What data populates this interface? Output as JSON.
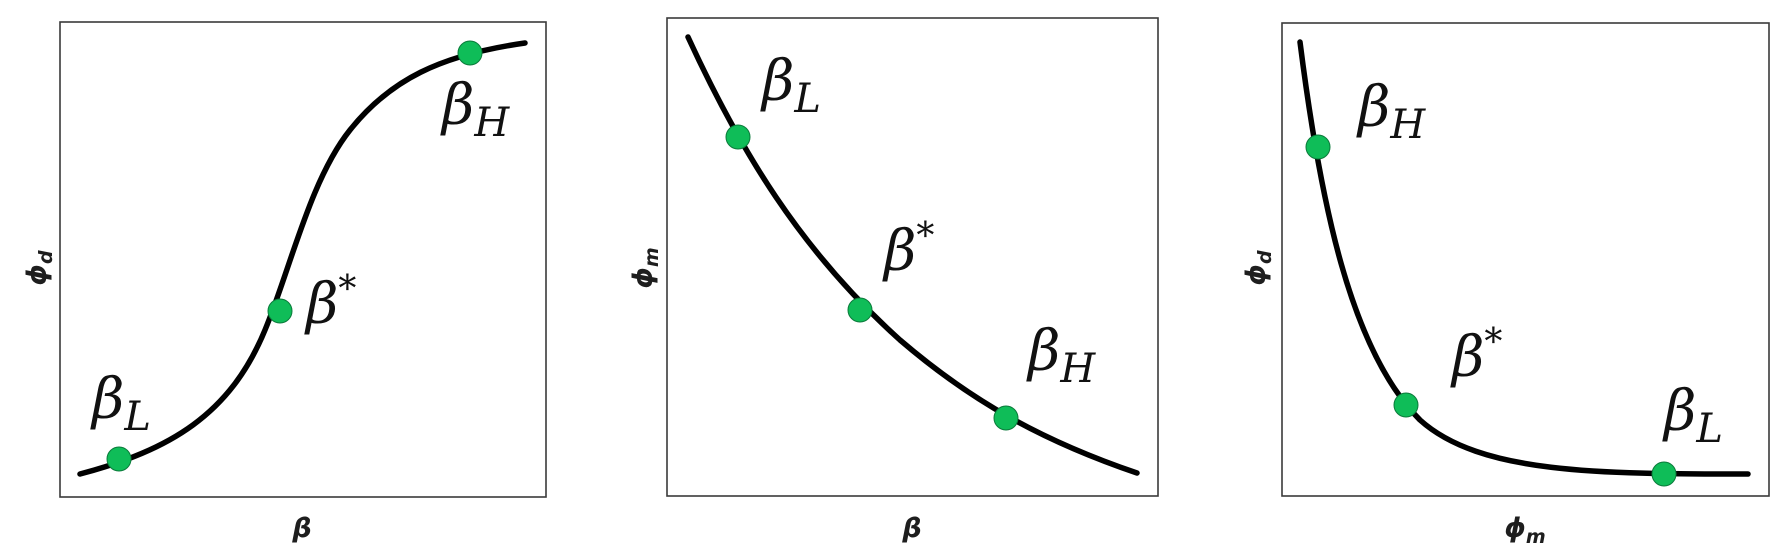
{
  "panels": [
    {
      "xlabel": "β",
      "ylabel": {
        "base": "ϕ",
        "sub": "d"
      },
      "points": [
        {
          "base": "β",
          "script": "L",
          "kind": "sub"
        },
        {
          "base": "β",
          "script": "*",
          "kind": "sup"
        },
        {
          "base": "β",
          "script": "H",
          "kind": "sub"
        }
      ]
    },
    {
      "xlabel": "β",
      "ylabel": {
        "base": "ϕ",
        "sub": "m"
      },
      "points": [
        {
          "base": "β",
          "script": "L",
          "kind": "sub"
        },
        {
          "base": "β",
          "script": "*",
          "kind": "sup"
        },
        {
          "base": "β",
          "script": "H",
          "kind": "sub"
        }
      ]
    },
    {
      "xlabel": {
        "base": "ϕ",
        "sub": "m"
      },
      "ylabel": {
        "base": "ϕ",
        "sub": "d"
      },
      "points": [
        {
          "base": "β",
          "script": "H",
          "kind": "sub"
        },
        {
          "base": "β",
          "script": "*",
          "kind": "sup"
        },
        {
          "base": "β",
          "script": "L",
          "kind": "sub"
        }
      ]
    }
  ],
  "colors": {
    "point_fill": "#0fbd58",
    "curve": "#000000",
    "frame": "#3a3a3a"
  }
}
